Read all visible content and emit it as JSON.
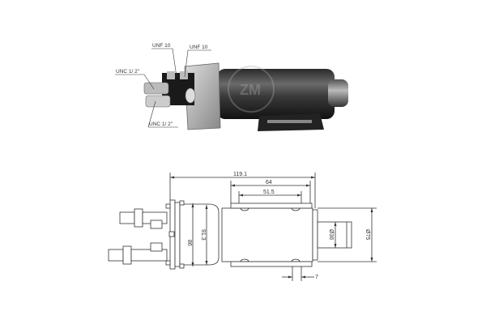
{
  "photo": {
    "callouts": [
      {
        "id": "unf-left",
        "text": "UNF 10"
      },
      {
        "id": "unf-right",
        "text": "UNF 10"
      },
      {
        "id": "unc-top",
        "text": "UNC 1/ 2\""
      },
      {
        "id": "unc-bottom",
        "text": "UNC 1/ 2\""
      }
    ],
    "watermark": "ZM"
  },
  "drawing": {
    "dimensions": {
      "overall_length": "119.1",
      "body_length": "64",
      "bracket_spacing": "51.5",
      "flange_dia": "86",
      "body_dia": "91.3",
      "plunger_dia": "Ø36",
      "mount_height": "Ø75",
      "bracket_thickness": "7"
    }
  }
}
